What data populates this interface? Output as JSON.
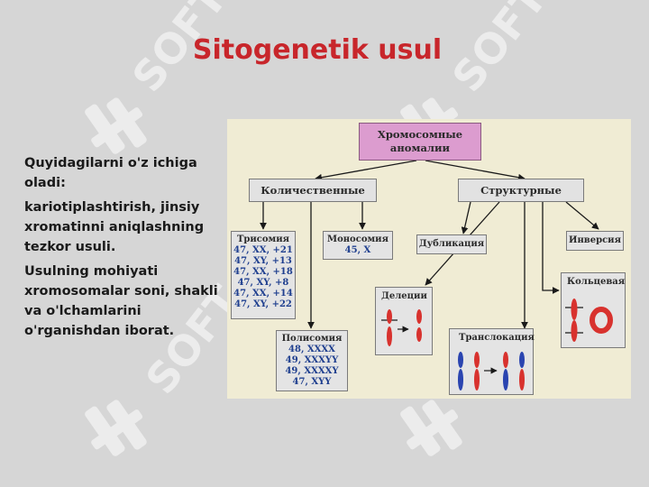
{
  "title": "Sitogenetik usul",
  "paragraphs": [
    "Quyidagilarni o'z ichiga oladi:",
    "kariotiplashtirish, jinsiy xromatinni aniqlashning tezkor usuli.",
    "Usulning mohiyati xromosomalar soni, shakli va o'lchamlarini o'rganishdan iborat."
  ],
  "watermark_text": "SOFT",
  "diagram": {
    "root": [
      "Хромосомные",
      "аномалии"
    ],
    "quantitative": "Количественные",
    "structural": "Структурные",
    "trisomy": {
      "label": "Трисомия",
      "items": [
        "47, XX, +21",
        "47, XY, +13",
        "47, XX, +18",
        "47, XY, +8",
        "47, XX, +14",
        "47, XY, +22"
      ]
    },
    "monosomy": {
      "label": "Моносомия",
      "items": [
        "45, X"
      ]
    },
    "polysomy": {
      "label": "Полисомия",
      "items": [
        "48, XXXX",
        "49, XXXYY",
        "49, XXXXY",
        "47, XYY"
      ]
    },
    "duplication": "Дубликация",
    "inversion": "Инверсия",
    "deletion": "Делеции",
    "ring": "Кольцевая",
    "translocation": "Транслокация"
  },
  "colors": {
    "title": "#c8262b",
    "root_fill": "#dc9ccf",
    "panel": "#f0ecd4",
    "chromosome_red": "#d8322e",
    "chromosome_blue": "#2a44b0"
  }
}
